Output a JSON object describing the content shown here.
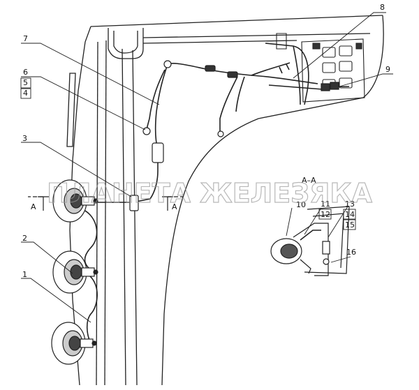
{
  "callouts": {
    "n1": "1",
    "n2": "2",
    "n3": "3",
    "n4": "4",
    "n5": "5",
    "n6": "6",
    "n7": "7",
    "n8": "8",
    "n9": "9",
    "n10": "10",
    "n11": "11",
    "n12": "12",
    "n13": "13",
    "n14": "14",
    "n15": "15",
    "n16": "16"
  },
  "section": {
    "label": "А–А",
    "marker_left": "А",
    "marker_right": "А"
  },
  "watermark": "ПЛАНЕТА ЖЕЛЕЗЯКА"
}
